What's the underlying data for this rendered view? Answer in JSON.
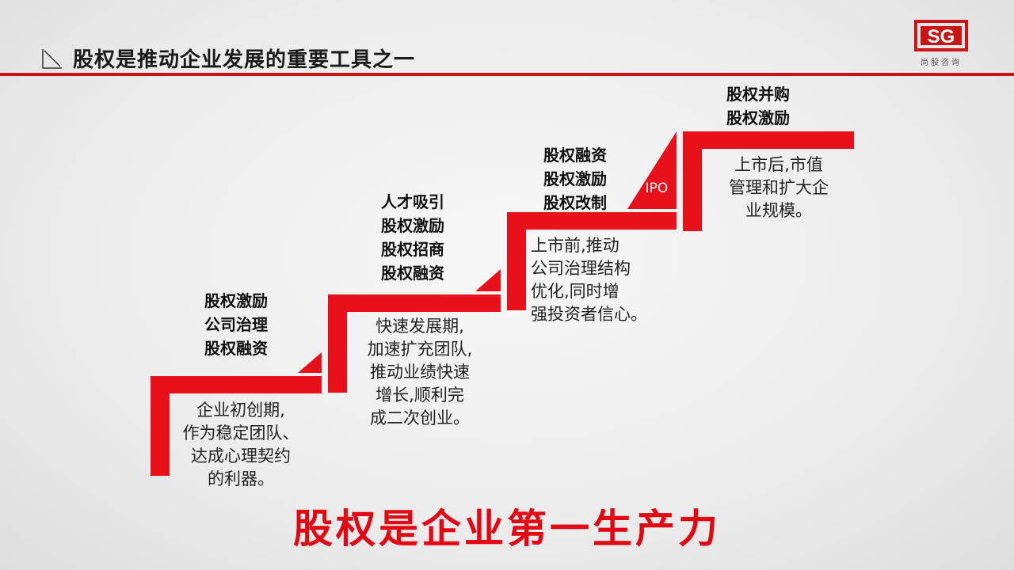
{
  "header": {
    "title": "股权是推动企业发展的重要工具之一",
    "logo_text": "SG",
    "logo_subtitle": "尚股咨询"
  },
  "steps": [
    {
      "tags": [
        "股权激励",
        "公司治理",
        "股权融资"
      ],
      "description": [
        "企业初创期,",
        "作为稳定团队、",
        "达成心理契约",
        "的利器。"
      ]
    },
    {
      "tags": [
        "人才吸引",
        "股权激励",
        "股权招商",
        "股权融资"
      ],
      "description": [
        "快速发展期,",
        "加速扩充团队,",
        "推动业绩快速",
        "增长,顺利完",
        "成二次创业。"
      ]
    },
    {
      "tags": [
        "股权融资",
        "股权激励",
        "股权改制"
      ],
      "description": [
        "上市前,推动",
        "公司治理结构",
        "优化,同时增",
        "强投资者信心。"
      ]
    },
    {
      "tags": [
        "股权并购",
        "股权激励"
      ],
      "description": [
        "上市后,市值",
        "管理和扩大企",
        "业规模。"
      ]
    }
  ],
  "ipo_label": "IPO",
  "slogan": "股权是企业第一生产力",
  "colors": {
    "accent": "#e8101a",
    "rule": "#c81414",
    "slogan": "#e30613"
  }
}
